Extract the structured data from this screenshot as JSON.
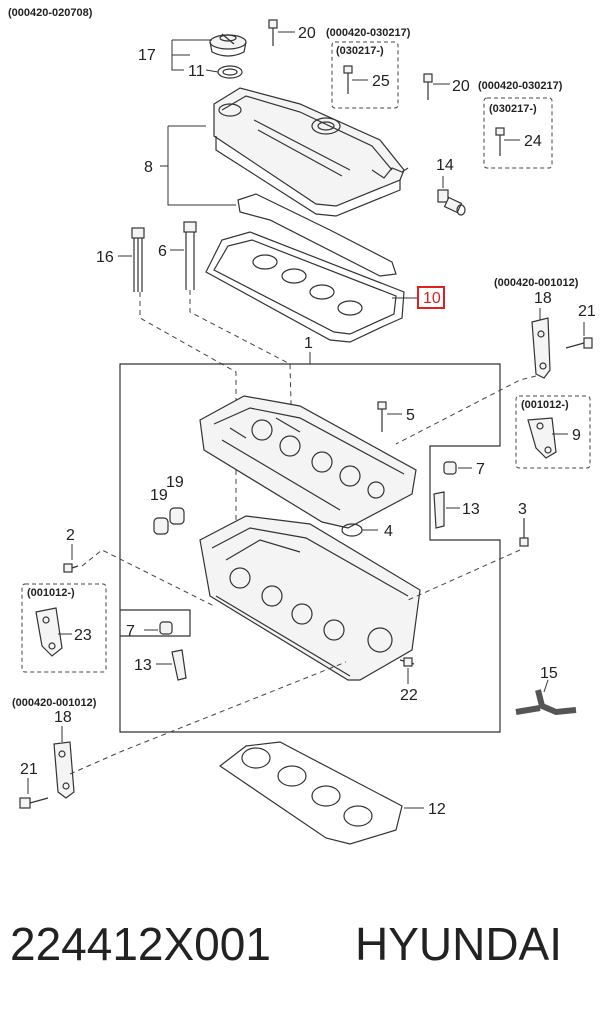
{
  "header_code": "(000420-020708)",
  "codes": {
    "c20_top": "(000420-030217)",
    "c25_box": "(030217-)",
    "c20_right": "(000420-030217)",
    "c24_box": "(030217-)",
    "c18_top": "(000420-001012)",
    "c9_box": "(001012-)",
    "c23_box": "(001012-)",
    "c18_bottom": "(000420-001012)"
  },
  "callouts": {
    "n17": "17",
    "n11": "11",
    "n20a": "20",
    "n25": "25",
    "n20b": "20",
    "n24": "24",
    "n8": "8",
    "n14": "14",
    "n16": "16",
    "n6": "6",
    "n10": "10",
    "n18a": "18",
    "n21a": "21",
    "n1": "1",
    "n5": "5",
    "n9": "9",
    "n7a": "7",
    "n19a": "19",
    "n19b": "19",
    "n13a": "13",
    "n4": "4",
    "n2": "2",
    "n3": "3",
    "n23": "23",
    "n7b": "7",
    "n13b": "13",
    "n22": "22",
    "n15": "15",
    "n18b": "18",
    "n21b": "21",
    "n12": "12"
  },
  "highlight_color": "#e02020",
  "footer": {
    "part_number": "224412X001",
    "brand": "HYUNDAI"
  }
}
